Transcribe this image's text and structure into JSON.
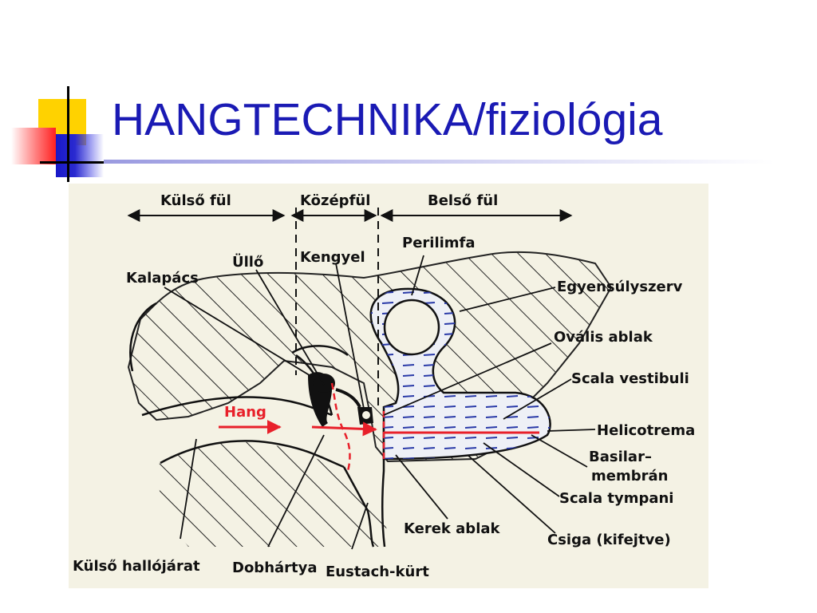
{
  "slide": {
    "title": "HANGTECHNIKA/fiziológia"
  },
  "diagram": {
    "sections": [
      "Külső fül",
      "Középfül",
      "Belső fül"
    ],
    "labels": {
      "ullo": "Üllő",
      "kengyel": "Kengyel",
      "perilimfa": "Perilimfa",
      "kalapacs": "Kalapács",
      "egyensulyszerv": "Egyensúlyszerv",
      "ovalis_ablak": "Ovális ablak",
      "scala_vestibuli": "Scala vestibuli",
      "hang": "Hang",
      "helicotrema": "Helicotrema",
      "basilar_1": "Basilar–",
      "basilar_2": "membrán",
      "scala_tympani": "Scala tympani",
      "kerek_ablak": "Kerek ablak",
      "csiga": "Csiga (kifejtve)",
      "kulso_hallojarat": "Külső hallójárat",
      "dobhartya": "Dobhártya",
      "eustach": "Eustach-kürt"
    },
    "colors": {
      "background": "#f4f2e4",
      "ink": "#111111",
      "signal": "#e8202a",
      "fluid": "#2a3aa8",
      "title": "#1a1ab4"
    }
  }
}
